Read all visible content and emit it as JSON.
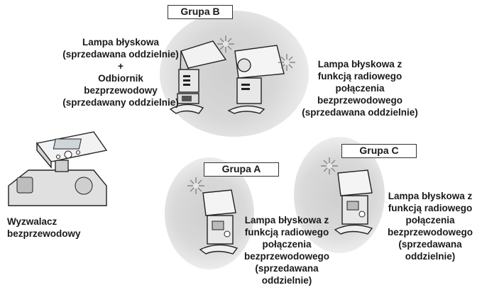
{
  "groups": {
    "b": {
      "label": "Grupa B"
    },
    "a": {
      "label": "Grupa A"
    },
    "c": {
      "label": "Grupa C"
    }
  },
  "labels": {
    "b_left": "Lampa błyskowa\n(sprzedawana oddzielnie)\n+\nOdbiornik\nbezprzewodowy\n(sprzedawany oddzielnie)",
    "b_right": "Lampa błyskowa z\nfunkcją radiowego\npołączenia\nbezprzewodowego\n(sprzedawana oddzielnie)",
    "a": "Lampa błyskowa z\nfunkcją radiowego\npołączenia\nbezprzewodowego\n(sprzedawana\noddzielnie)",
    "c": "Lampa błyskowa z\nfunkcją radiowego\npołączenia\nbezprzewodowego\n(sprzedawana\noddzielnie)",
    "trigger": "Wyzwalacz\nbezprzewodowy"
  },
  "icons": [
    "flash-unit-icon",
    "wireless-receiver-icon",
    "camera-with-trigger-icon",
    "flash-burst-icon"
  ]
}
